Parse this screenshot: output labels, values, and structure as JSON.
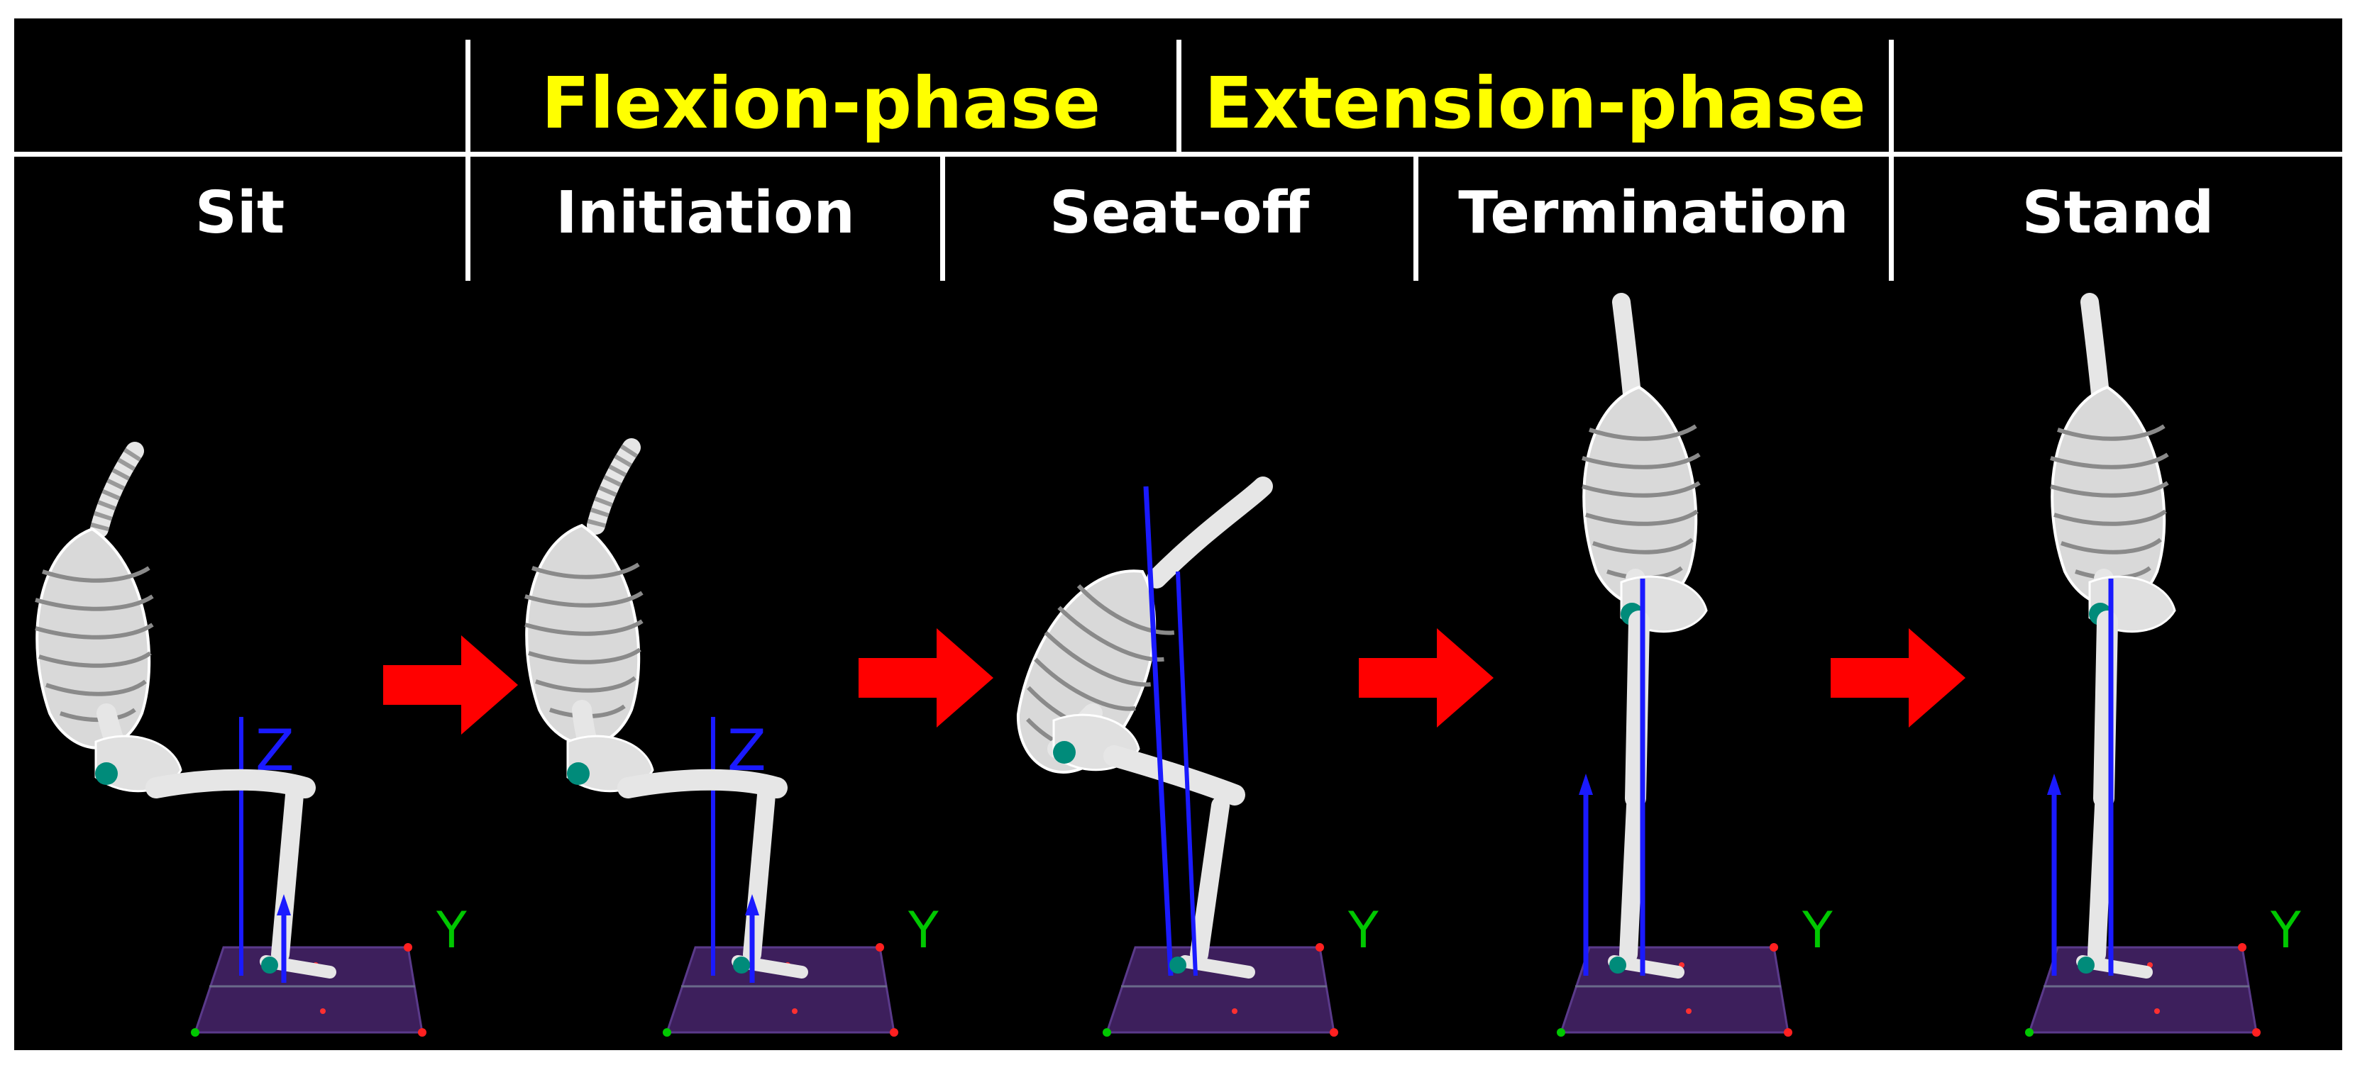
{
  "phases": [
    {
      "label": "Flexion-phase"
    },
    {
      "label": "Extension-phase"
    }
  ],
  "steps": [
    {
      "label": "Sit"
    },
    {
      "label": "Initiation"
    },
    {
      "label": "Seat-off"
    },
    {
      "label": "Termination"
    },
    {
      "label": "Stand"
    }
  ],
  "axis_labels": {
    "z": "Z",
    "y": "Y"
  },
  "colors": {
    "phase_text": "#ffff00",
    "step_text": "#ffffff",
    "arrow": "#ff0000",
    "bone": "#e6e6e6",
    "force_vector": "#1a1aff",
    "force_plate": "#3d1f5c",
    "axis_y": "#00c800",
    "joint": "#008b7a"
  },
  "icons": [
    "skeleton-figure",
    "right-arrow-icon",
    "force-plate",
    "force-vector"
  ]
}
